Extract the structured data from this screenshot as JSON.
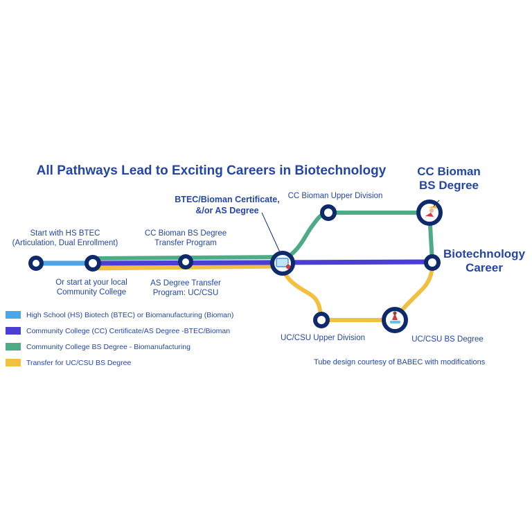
{
  "title": "All Pathways Lead to Exciting Careers in Biotechnology",
  "colors": {
    "hs_line": "#4ea6e6",
    "cc_cert_line": "#4a3ed6",
    "cc_bs_line": "#4dab86",
    "transfer_line": "#f2c040",
    "station_ring": "#0f2a6b",
    "text": "#2346a6"
  },
  "stations": {
    "hs_start": "Start with HS BTEC\n(Articulation, Dual Enrollment)",
    "cc_start": "Or start at your local\nCommunity College",
    "cc_bs_transfer": "CC Bioman BS Degree\nTransfer Program",
    "as_transfer": "AS Degree Transfer\nProgram: UC/CSU",
    "certificate": "BTEC/Bioman Certificate,\n&/or AS Degree",
    "cc_upper": "CC Bioman Upper Division",
    "cc_bs_degree": "CC Bioman\nBS Degree",
    "career": "Biotechnology\nCareer",
    "uc_upper": "UC/CSU Upper Division",
    "uc_bs": "UC/CSU BS Degree"
  },
  "station_icons": {
    "certificate": "certificate-icon",
    "cc_bs_degree": "graduate-icon",
    "uc_bs": "diploma-icon"
  },
  "legend": [
    {
      "label": "High School (HS) Biotech (BTEC) or Biomanufacturing (Bioman)",
      "color": "#4ea6e6"
    },
    {
      "label": "Community College (CC) Certificate/AS Degree -BTEC/Bioman",
      "color": "#4a3ed6"
    },
    {
      "label": "Community College BS Degree - Biomanufacturing",
      "color": "#4dab86"
    },
    {
      "label": "Transfer for UC/CSU BS Degree",
      "color": "#f2c040"
    }
  ],
  "credit": "Tube design courtesy of BABEC with modifications"
}
